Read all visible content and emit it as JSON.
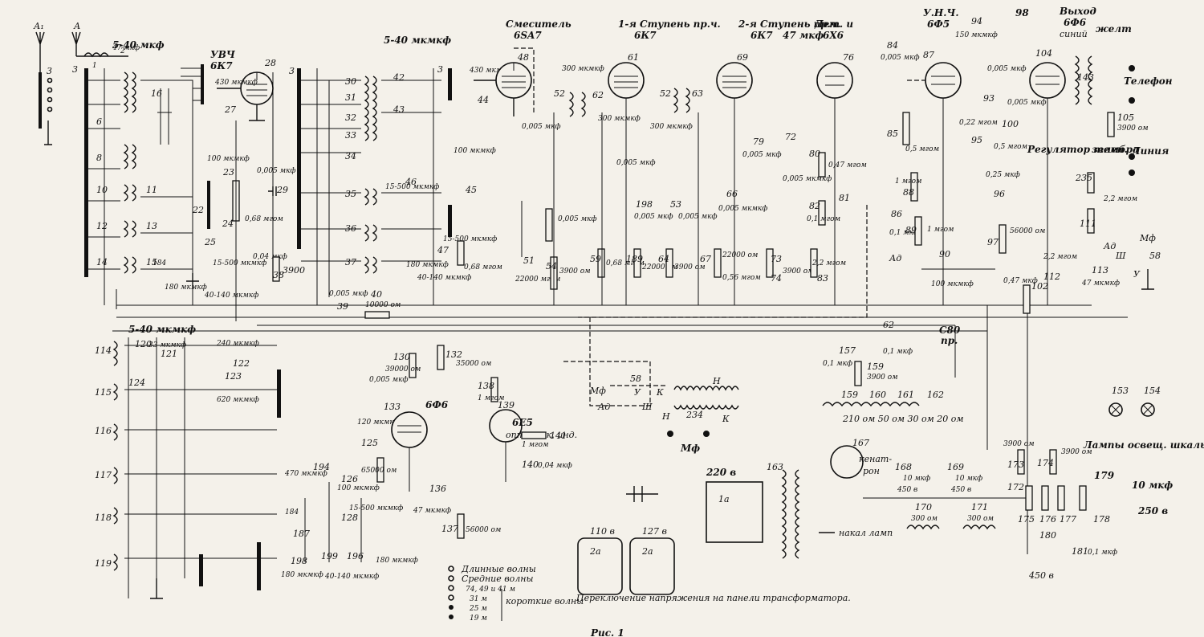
{
  "figure_caption": "Рис. 1",
  "stages": [
    {
      "id": "rf",
      "title": "УВЧ",
      "tube": "6К7",
      "num": "28"
    },
    {
      "id": "mixer",
      "title": "Смеситель",
      "tube": "6SA7",
      "num": "48"
    },
    {
      "id": "if1",
      "title": "1-я Ступень пр.ч.",
      "tube": "6К7",
      "num": "61"
    },
    {
      "id": "if2",
      "title": "2-я Ступень пр.ч.",
      "tube": "6К7",
      "num": "69"
    },
    {
      "id": "det",
      "title": "Дет. и",
      "tube": "6Х6",
      "num": "76"
    },
    {
      "id": "af",
      "title": "У.Н.Ч.",
      "tube": "6Ф5",
      "num": "87"
    },
    {
      "id": "out",
      "title": "Выход",
      "tube": "6Ф6",
      "num": "104"
    },
    {
      "id": "osc",
      "title": "",
      "tube": "6Ф6",
      "num": "133"
    },
    {
      "id": "eye",
      "title": "6Е5",
      "tube": "оптичаск. инд.",
      "num": "139"
    },
    {
      "id": "rect",
      "title": "кенат-",
      "tube": "рон",
      "num": "167"
    }
  ],
  "labels": {
    "ant1": "А₁",
    "ant2": "А",
    "c47": "47 мкф",
    "c1": "1",
    "c2": "2",
    "trimmer1": "5-40 мкф",
    "trimmer2": "5-40 мкмкф",
    "trimmer3": "5-40 мкмкф",
    "c430a": "430 мкмкф",
    "c430b": "430 мкмкф",
    "c27": "27",
    "c44": "44",
    "r005": "0,005 мкф",
    "r068": "0,68 мгом",
    "r100": "100 мкмкф",
    "n3": "3",
    "n6": "6",
    "n8": "8",
    "n10": "10",
    "n12": "12",
    "n14": "14",
    "n11": "11",
    "n13": "13",
    "n15": "15",
    "n16": "16",
    "n22": "22",
    "n23": "23",
    "n24": "24",
    "n25": "25",
    "n29": "29",
    "n30": "30",
    "n31": "31",
    "n32": "32",
    "n33": "33",
    "n34": "34",
    "n35": "35",
    "n36": "36",
    "n37": "37",
    "n42": "42",
    "n43": "43",
    "n45": "45",
    "n46": "46",
    "n47": "47",
    "c184": "184",
    "c180": "180 мкмкф",
    "c40140": "40-140 мкмкф",
    "c15500": "15-500 мкмкф",
    "c004": "0,04 мкф",
    "n38": "38",
    "r3900": "3900",
    "c0005": "0,005 мкф",
    "n39": "39",
    "r40": "40",
    "r10000": "10000 ом",
    "c40140b": "40-140 мкмкф",
    "c300a": "300 мкмкф",
    "c300b": "300 мкмкф",
    "c300c": "300 мкмкф",
    "n52": "52",
    "n62": "62",
    "n63": "63",
    "r51": "51",
    "r22000": "22000 мгом",
    "r54": "54",
    "r3900b": "3900 ом",
    "r59": "59",
    "r068b": "0,68 мгом",
    "r189": "189",
    "r22000b": "22000 ом",
    "r64": "64",
    "r3900c": "3900 ом",
    "r67": "67",
    "r22000c": "22000 ом",
    "r73": "73",
    "r3900d": "3900 ом",
    "r74": "74",
    "r83": "83",
    "r22m": "2,2 мгом",
    "r056": "0,56 мгом",
    "c198": "198",
    "c0005b": "0,005 мкф",
    "c53": "53",
    "c0005c": "0,005 мкф",
    "c66": "66",
    "c0005d": "0,005 мкф",
    "c79": "79",
    "c72": "72",
    "c0005e": "0,005 мкмкф",
    "r80": "80",
    "r047": "0,47 мгом",
    "r82": "82",
    "r01": "0,1 мгом",
    "n81": "81",
    "c84": "84",
    "c0005f": "0,005 мкф",
    "r85": "85",
    "r05": "0,5 мгом",
    "r88": "88",
    "r1m": "1 мгом",
    "c86": "86",
    "c01": "0,1 мкф",
    "r89": "89",
    "r1mb": "1 мгом",
    "c90": "90",
    "c100": "100 мкмкф",
    "c94": "94",
    "c150": "150 мкмкф",
    "c98": "98",
    "c0005g": "0,005 мкф",
    "c93": "93",
    "c0005h": "0,005 мкф",
    "r022": "0,22 мгом",
    "r95": "95",
    "r100b": "100",
    "r05b": "0,5 мгом",
    "c025": "0,25 мкф",
    "n96": "96",
    "r97": "97",
    "r56000": "56000 ом",
    "tone": "Регулятор тембра",
    "r102": "102",
    "c047": "0,47 мкф",
    "r112": "112",
    "r22mb": "2,2 мгом",
    "c113": "113",
    "c47b": "47 мкмкф",
    "tel": "Телефон",
    "yellow": "желт",
    "green": "зелен.",
    "line": "Линия",
    "blue": "синий",
    "r105": "105",
    "r3900e": "3900 ом",
    "r235": "235",
    "r22mc": "2,2 мгом",
    "r111": "111",
    "t143": "143",
    "Ad": "Ад",
    "Mf": "Мф",
    "n58": "58",
    "Sh": "Ш",
    "U": "У",
    "c80": "С80",
    "pr": "пр.",
    "c157": "157",
    "c01b": "0,1 мкф",
    "r159": "159",
    "r3900f": "3900 ом",
    "r160": "160",
    "r161": "161",
    "r162": "162",
    "rvals": "210 ом  50 ом 30 ом 20 ом",
    "c01c": "0,1 мкф",
    "c62": "62",
    "c01d": "0,1 мкф",
    "t234": "234",
    "H": "Н",
    "K": "К",
    "Mf2": "Мф",
    "r130": "130",
    "r39000": "39000 ом",
    "c0005i": "0,005 мкф",
    "r132": "132",
    "r35000": "35000 ом",
    "r138": "138",
    "r1mc": "1 мгом",
    "r141": "141",
    "r1md": "1 мгом",
    "c140": "140",
    "c004b": "0,04 мкф",
    "c120": "120 мкмкф",
    "c125": "125",
    "r65000": "65000 ом",
    "c136": "136",
    "c47c": "47 мкмкф",
    "r137": "137",
    "r56000b": "56000 ом",
    "c114": "114",
    "c115": "115",
    "c116": "116",
    "c117": "117",
    "c118": "118",
    "c119": "119",
    "c5_40": "5-40 мкмкф",
    "c120b": "120",
    "c33": "33 мкмкф",
    "c121": "121",
    "c240": "240 мкмкф",
    "c122": "122",
    "c124": "124",
    "c123": "123",
    "c620": "620 мкмкф",
    "c470": "470 мкмкф",
    "c194": "194",
    "c126": "126",
    "c100b": "100 мкмкф",
    "c128": "128",
    "c15_500": "15-500 мкмкф",
    "c180b": "180 мкмкф",
    "c187": "187",
    "c198b": "198",
    "c199": "199",
    "c196": "196",
    "c180c": "180 мкмкф",
    "c180d": "180",
    "c40_140": "40-140 мкмкф",
    "v220": "220 в",
    "v110": "110 в",
    "v127": "127 в",
    "o2a": "2а",
    "o1a": "1а",
    "c168": "168",
    "c10a": "10 мкф",
    "v450a": "450 в",
    "c169": "169",
    "c10b": "10 мкф",
    "v450b": "450 в",
    "c172": "172",
    "ch170": "170",
    "r300a": "300 ом",
    "ch171": "171",
    "r300b": "300 ом",
    "heat": "накал ламп",
    "t163": "163",
    "r173": "173",
    "r3900g": "3900 ом",
    "r174": "174",
    "r3900h": "3900 ом",
    "r175": "175",
    "r176": "176",
    "r177": "177",
    "r178": "178",
    "n179": "179",
    "c10c": "10 мкф",
    "v250": "250 в",
    "c180e": "180",
    "v450c": "450 в",
    "c181": "181",
    "c01e": "0,1 мкф",
    "l153": "153",
    "l154": "154",
    "lamps": "Лампы освещ. шкалы",
    "switch_note": "Переключение напряжения на панели трансформатора."
  },
  "band_legend": {
    "long": "Длинные волны",
    "medium": "Средние волны",
    "sw_sub": "74, 49 и 41 м",
    "sw31": "31 м",
    "sw25": "25 м",
    "sw19": "19 м",
    "short": "короткие волны"
  }
}
